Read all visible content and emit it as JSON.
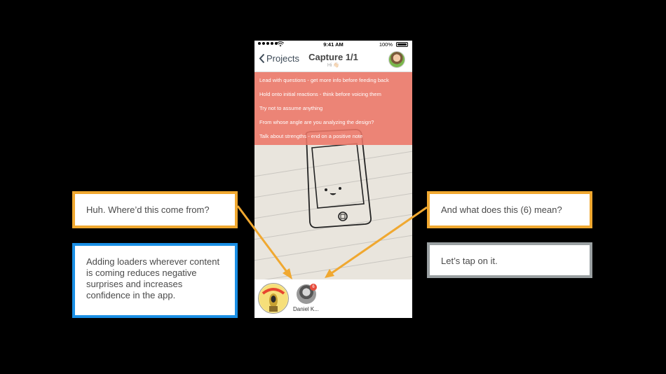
{
  "statusbar": {
    "time": "9:41 AM",
    "battery": "100%"
  },
  "navbar": {
    "back_label": "Projects",
    "title": "Capture 1/1",
    "subtitle": "Hi 👋🏻"
  },
  "tips": [
    "Lead with questions - get more info before feeding back",
    "Hold onto initial reactions - think before voicing them",
    "Try not to assume anything",
    "From whose angle are you analyzing the design?",
    "Talk about strengths - end on a positive note"
  ],
  "bottom": {
    "badge_count": "6",
    "reviewer_name": "Daniel K..."
  },
  "callouts": {
    "where_from": "Huh. Where’d this come from?",
    "loaders": "Adding loaders wherever content is coming reduces negative surprises and increases confidence in the app.",
    "what_six": "And what does this (6) mean?",
    "tap": "Let’s tap on it."
  },
  "colors": {
    "tip_banner": "#ec7668",
    "orange": "#f0a830",
    "blue": "#1a8fe5",
    "gray": "#9aa0a2"
  }
}
